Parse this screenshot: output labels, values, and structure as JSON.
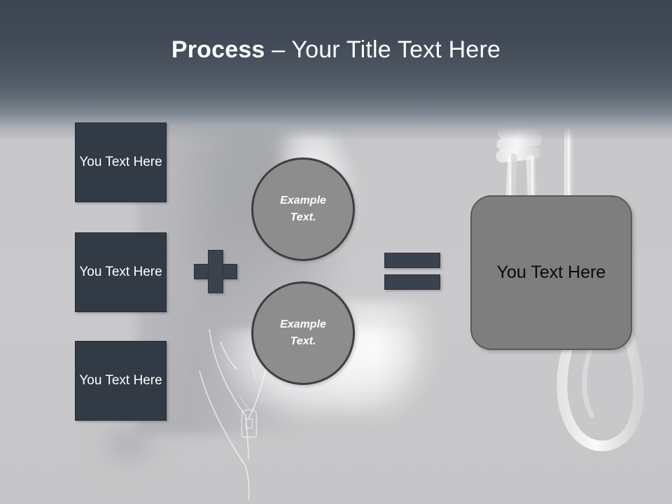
{
  "slide": {
    "title": {
      "emphasis": "Process",
      "rest": " – Your Title Text Here",
      "full": "Process – Your Title Text Here"
    },
    "background": {
      "description": "faded grayscale photo of a person with necklace and a hanging rope noose",
      "header_color": "#3d4551",
      "base_color": "#c7c7c9"
    },
    "inputs": [
      {
        "label": "You Text Here",
        "fill": "#323a46",
        "text_color": "#ffffff"
      },
      {
        "label": "You Text Here",
        "fill": "#323a46",
        "text_color": "#ffffff"
      },
      {
        "label": "You Text Here",
        "fill": "#323a46",
        "text_color": "#ffffff"
      }
    ],
    "operators": {
      "plus": "+",
      "equals": "=",
      "operator_color": "#3a424e"
    },
    "circles": [
      {
        "line1": "Example",
        "line2": "Text.",
        "fill": "#8d8d8d",
        "border": "#3e3e42",
        "text_color": "#ffffff"
      },
      {
        "line1": "Example",
        "line2": "Text.",
        "fill": "#8d8d8d",
        "border": "#3e3e42",
        "text_color": "#ffffff"
      }
    ],
    "result": {
      "label": "You Text Here",
      "fill": "#7e7e7e",
      "border": "#595959",
      "text_color": "#0b0b0b"
    }
  }
}
